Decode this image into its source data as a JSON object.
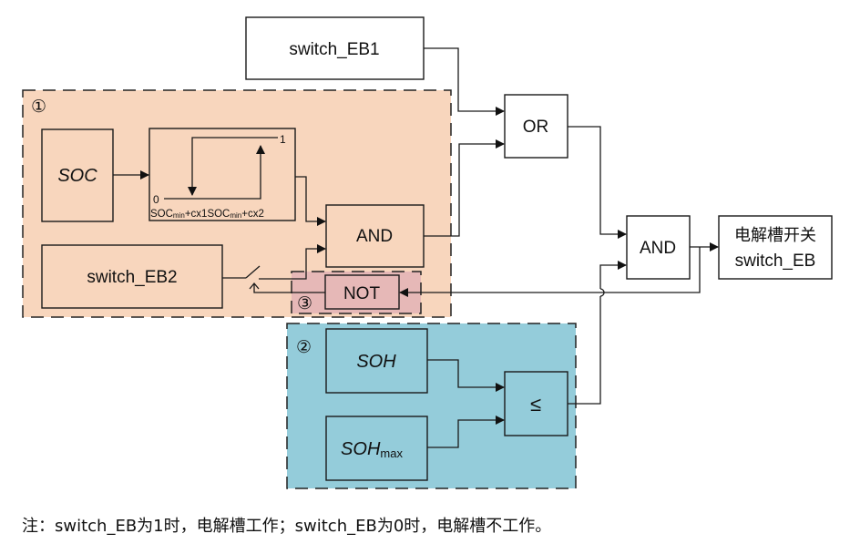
{
  "zones": {
    "zone1": {
      "marker": "①",
      "color": "#f8d6bd"
    },
    "zone2": {
      "marker": "②",
      "color": "#94ccda"
    },
    "zone3": {
      "marker": "③",
      "color": "#e6b8b7"
    }
  },
  "blocks": {
    "switch_eb1": "switch_EB1",
    "soc": "SOC",
    "hysteresis": {
      "high": "1",
      "low": "0",
      "label_base1": "SOC",
      "label_sub1": "min",
      "label_rest1": "+cx1",
      "label_base2": "SOC",
      "label_sub2": "min",
      "label_rest2": "+cx2"
    },
    "and1": "AND",
    "switch_eb2": "switch_EB2",
    "not": "NOT",
    "or": "OR",
    "and2": "AND",
    "output_line1": "电解槽开关",
    "output_line2": "switch_EB",
    "soh": "SOH",
    "soh_max_base": "SOH",
    "soh_max_sub": "max",
    "compare": "≤"
  },
  "note": "注：switch_EB为1时，电解槽工作；switch_EB为0时，电解槽不工作。"
}
